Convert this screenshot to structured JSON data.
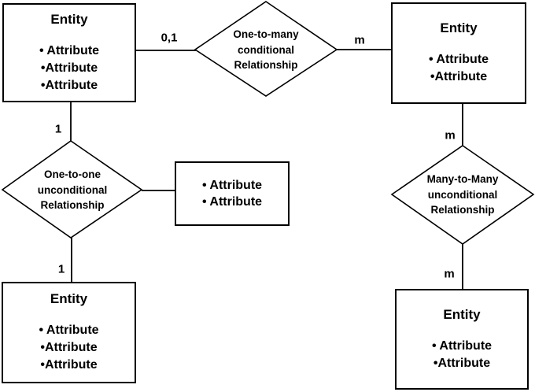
{
  "colors": {
    "line": "#000000",
    "text": "#000000",
    "background": "#ffffff"
  },
  "entities": {
    "top_left": {
      "title": "Entity",
      "attributes": [
        "• Attribute",
        "•Attribute",
        "•Attribute"
      ]
    },
    "top_right": {
      "title": "Entity",
      "attributes": [
        "• Attribute",
        "•Attribute"
      ]
    },
    "bottom_left": {
      "title": "Entity",
      "attributes": [
        "• Attribute",
        "•Attribute",
        "•Attribute"
      ]
    },
    "bottom_right": {
      "title": "Entity",
      "attributes": [
        "• Attribute",
        "•Attribute"
      ]
    }
  },
  "attribute_box": {
    "lines": [
      "• Attribute",
      "• Attribute"
    ]
  },
  "relationships": {
    "one_to_many": {
      "lines": [
        "One-to-many",
        "conditional",
        "Relationship"
      ]
    },
    "one_to_one": {
      "lines": [
        "One-to-one",
        "unconditional",
        "Relationship"
      ]
    },
    "many_to_many": {
      "lines": [
        "Many-to-Many",
        "unconditional",
        "Relationship"
      ]
    }
  },
  "cardinalities": {
    "one_to_many_left": "0,1",
    "one_to_many_right": "m",
    "one_to_one_top": "1",
    "one_to_one_bottom": "1",
    "many_to_many_top": "m",
    "many_to_many_bottom": "m"
  }
}
